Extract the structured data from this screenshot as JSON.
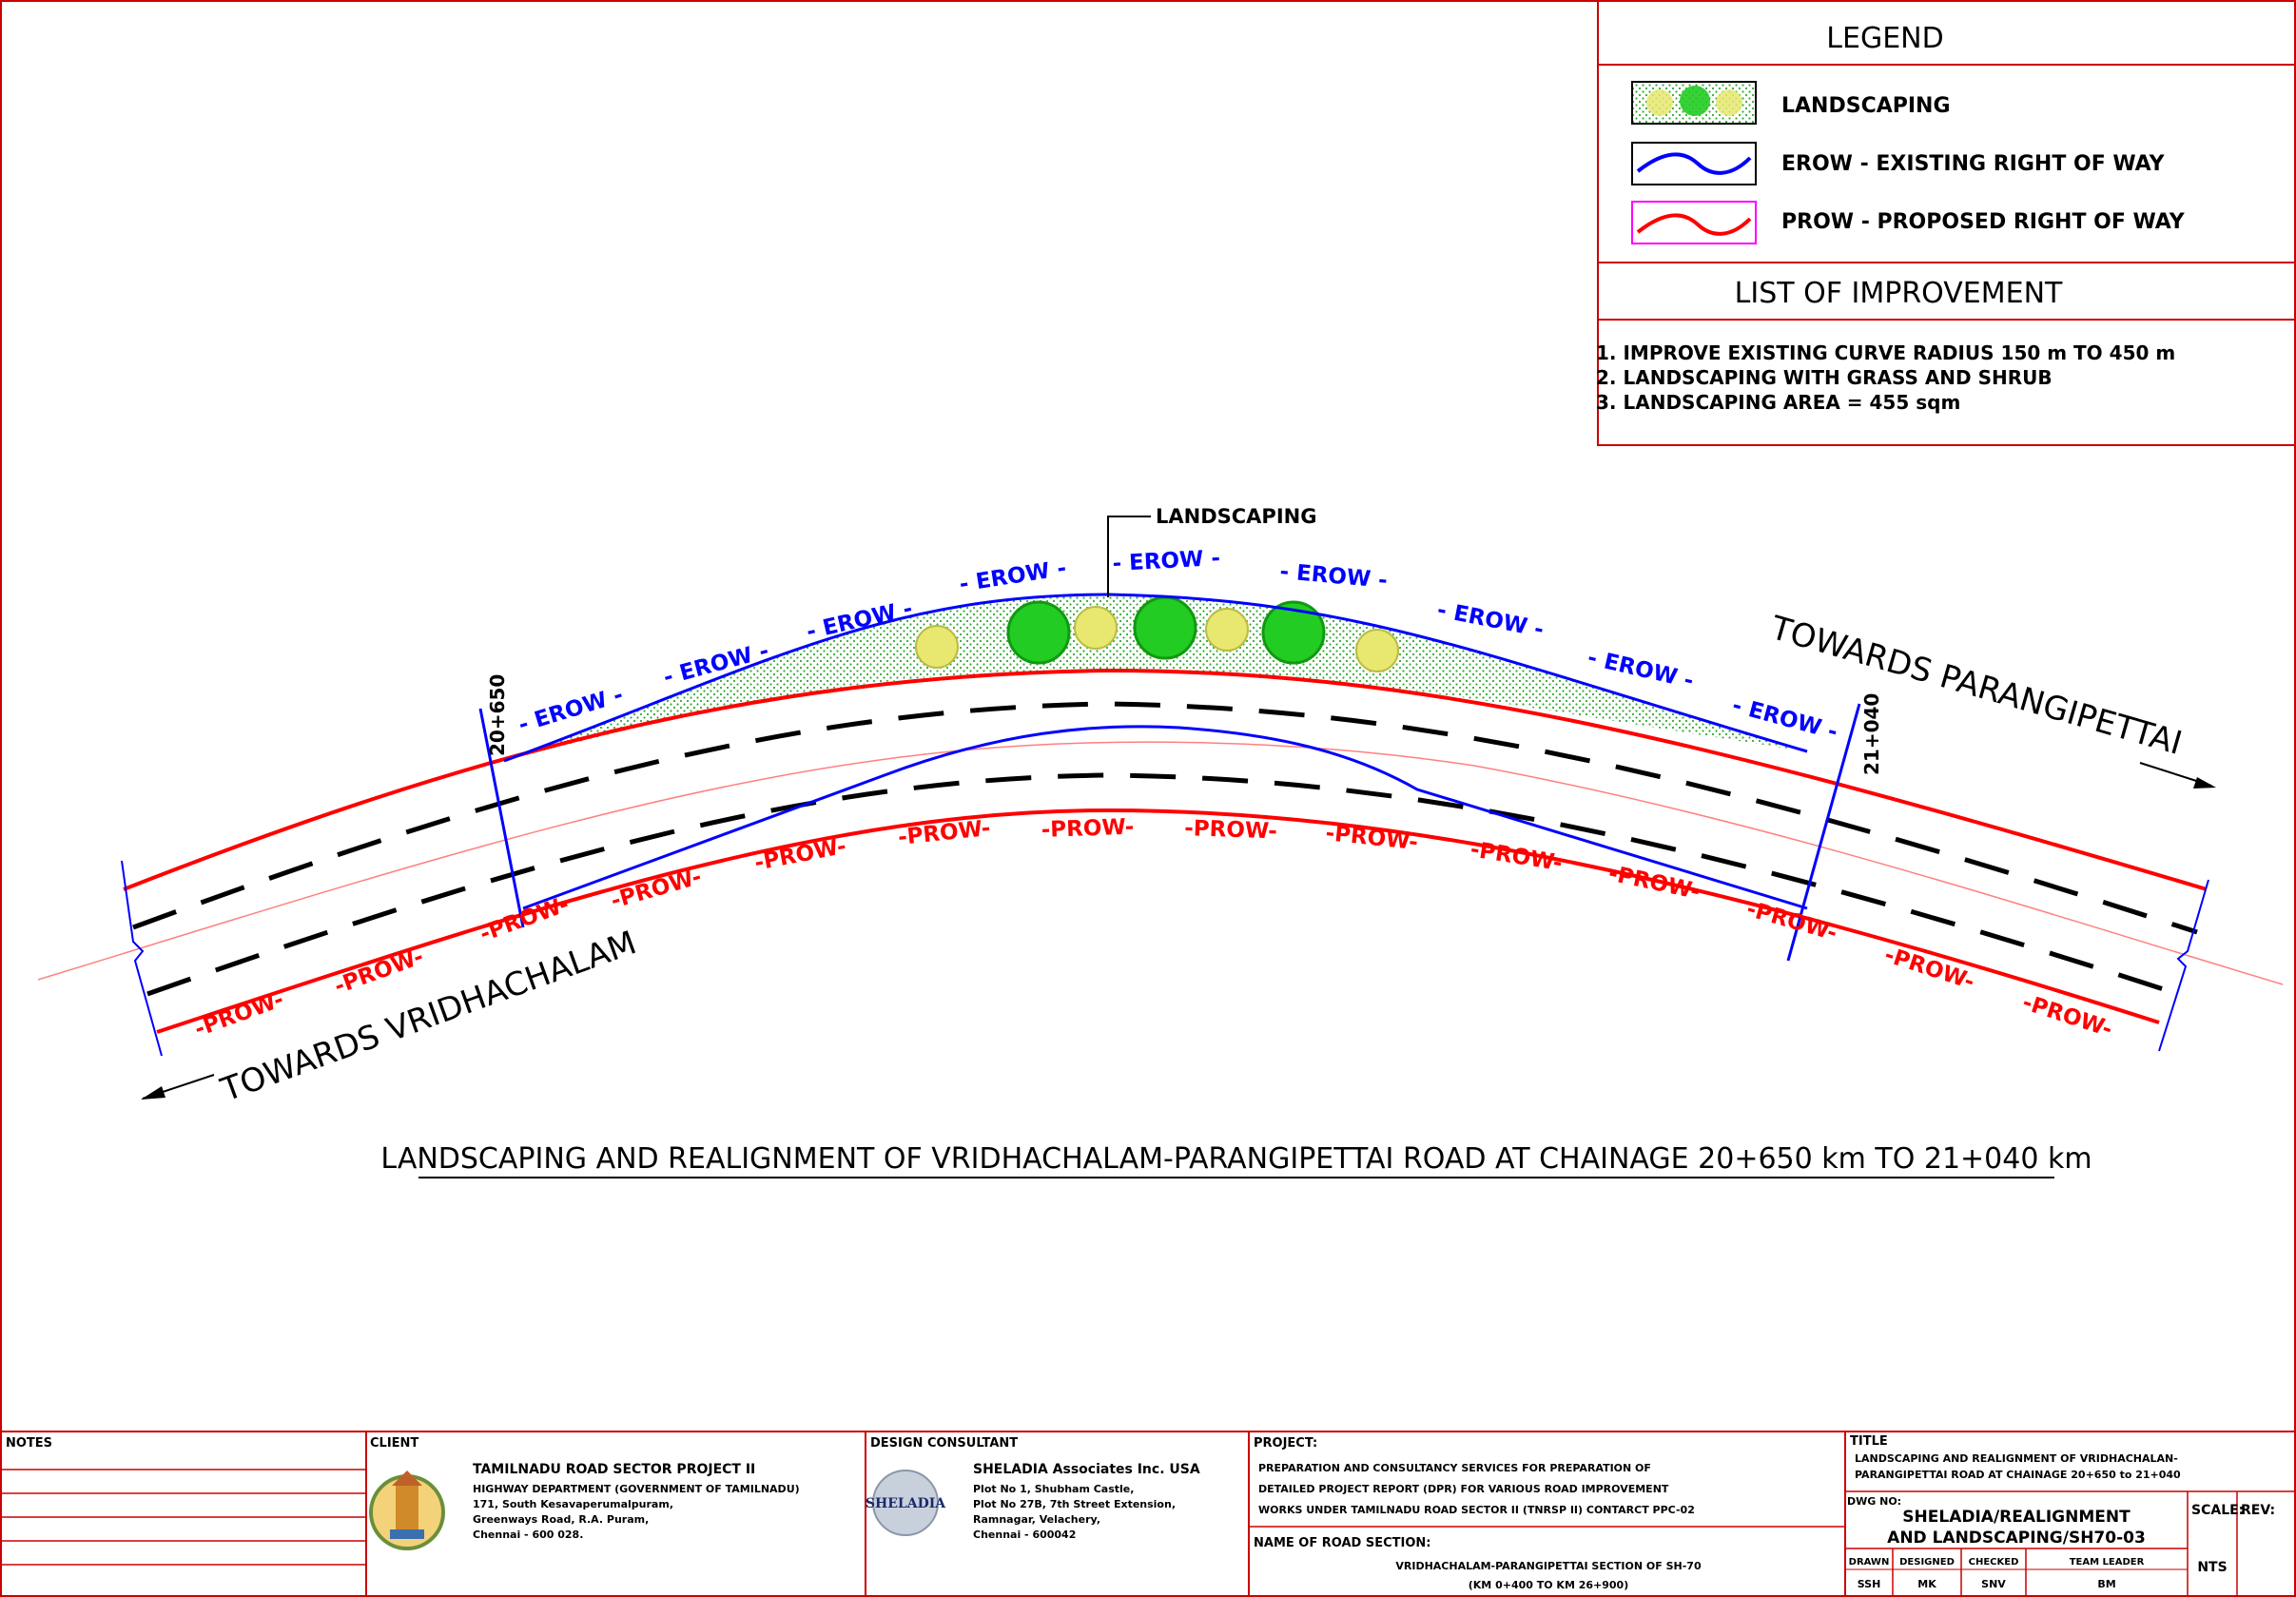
{
  "legend": {
    "title": "LEGEND",
    "items": [
      {
        "label": "LANDSCAPING"
      },
      {
        "label": "EROW - EXISTING RIGHT OF WAY"
      },
      {
        "label": "PROW - PROPOSED RIGHT OF WAY"
      }
    ]
  },
  "improvements": {
    "title": "LIST OF IMPROVEMENT",
    "items": [
      "1.  IMPROVE EXISTING CURVE RADIUS 150 m TO 450 m",
      "2.  LANDSCAPING WITH GRASS AND SHRUB",
      "3.  LANDSCAPING AREA = 455 sqm"
    ]
  },
  "plan": {
    "landscaping_callout": "LANDSCAPING",
    "erow_label": "- EROW -",
    "prow_label": "-PROW-",
    "chainage_start": "20+650",
    "chainage_end": "21+040",
    "towards_left": "TOWARDS VRIDHACHALAM",
    "towards_right": "TOWARDS PARANGIPETTAI"
  },
  "drawing_title": "LANDSCAPING AND REALIGNMENT OF VRIDHACHALAM-PARANGIPETTAI ROAD AT CHAINAGE 20+650 km TO 21+040 km",
  "title_block": {
    "notes_label": "NOTES",
    "client_label": "CLIENT",
    "client_name": "TAMILNADU ROAD SECTOR PROJECT II",
    "client_lines": [
      "HIGHWAY DEPARTMENT (GOVERNMENT OF TAMILNADU)",
      "171, South Kesavaperumalpuram,",
      "Greenways Road, R.A. Puram,",
      "Chennai - 600 028."
    ],
    "consultant_label": "DESIGN CONSULTANT",
    "consultant_logo": "SHELADIA",
    "consultant_name": "SHELADIA Associates Inc. USA",
    "consultant_lines": [
      "Plot No 1, Shubham Castle,",
      "Plot No 27B, 7th Street Extension,",
      "Ramnagar, Velachery,",
      "Chennai - 600042"
    ],
    "project_label": "PROJECT:",
    "project_lines": [
      "PREPARATION AND CONSULTANCY SERVICES FOR PREPARATION OF",
      "DETAILED PROJECT REPORT (DPR) FOR VARIOUS ROAD IMPROVEMENT",
      "WORKS UNDER TAMILNADU ROAD SECTOR II (TNRSP II) CONTARCT PPC-02"
    ],
    "road_section_label": "NAME OF ROAD SECTION:",
    "road_section_lines": [
      "VRIDHACHALAM-PARANGIPETTAI SECTION OF SH-70",
      "(KM 0+400 TO KM 26+900)"
    ],
    "title_label": "TITLE",
    "title_lines": [
      "LANDSCAPING AND REALIGNMENT OF VRIDHACHALAN-",
      "PARANGIPETTAI ROAD AT CHAINAGE 20+650 to 21+040"
    ],
    "dwg_label": "DWG NO:",
    "dwg_lines": [
      "SHELADIA/REALIGNMENT",
      "AND LANDSCAPING/SH70-03"
    ],
    "scale_label": "SCALE:",
    "scale_value": "NTS",
    "rev_label": "REV:",
    "sign_headers": [
      "DRAWN",
      "DESIGNED",
      "CHECKED",
      "TEAM LEADER"
    ],
    "sign_values": [
      "SSH",
      "MK",
      "SNV",
      "BM"
    ]
  },
  "colors": {
    "frame": "#cc0000",
    "erow": "#0000ff",
    "prow": "#ff0000",
    "centerline": "#ff8080",
    "landscape_green": "#22cc22",
    "landscape_yellow": "#e8e870",
    "legend_border_magenta": "#ff00ff"
  }
}
